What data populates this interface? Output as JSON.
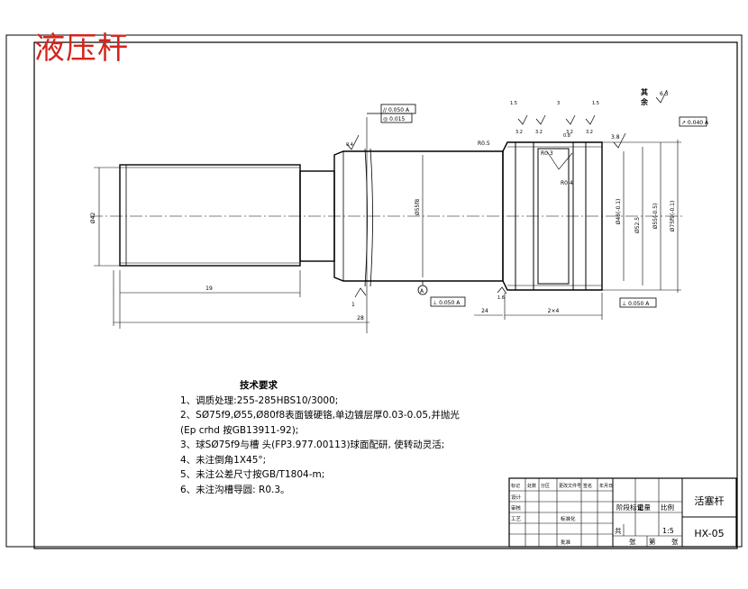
{
  "drawing_title": "液压杆",
  "dimensions": {
    "left_length": "19",
    "total_length": "28",
    "left_diameter": "Ø42",
    "middle_diameter": "Ø55f8",
    "middle_offset": "1",
    "right_length": "2×4",
    "right_width": "24",
    "d1": "Ø48(-0.1)",
    "d2": "Ø52.5",
    "d3": "Ø55(-0.5)",
    "d4": "Ø75f9(-0.1)",
    "r_small": "R0.5",
    "r_groove": "R0.3",
    "r_large": "R0.4",
    "chamfer_a": "3.8",
    "step_a": "1.5",
    "step_b": "1.5",
    "step_c": "3"
  },
  "tolerances": {
    "parallel": "// 0.050 A",
    "flatness": "◎ 0.015",
    "runout_top": "↗ 0.040 A",
    "perp_left": "⊥ 0.050 A",
    "perp_right": "⊥ 0.050 A",
    "datum": "A",
    "roughness_main": "0.4",
    "roughness_a": "3.2",
    "roughness_b": "3.2",
    "roughness_c": "3.2",
    "roughness_d": "3.2",
    "roughness_e": "0.8",
    "roughness_f": "1.6"
  },
  "surface_note": {
    "label1": "其",
    "label2": "余",
    "value": "6.3"
  },
  "requirements": {
    "heading": "技术要求",
    "items": [
      "1、调质处理:255-285HBS10/3000;",
      "2、SØ75f9,Ø55,Ø80f8表面镀硬铬,单边镀层厚0.03-0.05,并抛光",
      "  (Ep crhd 按GB13911-92);",
      "3、球SØ75f9与槽  头(FP3.977.00113)球面配研, 使转动灵活;",
      "4、未注倒角1X45°;",
      "5、未注公差尺寸按GB/T1804-m;",
      "6、未注沟槽导圆: R0.3。"
    ]
  },
  "title_block": {
    "part_name": "活塞杆",
    "drawing_no": "HX-05",
    "stage_mark": "阶段标记",
    "weight": "重量",
    "scale": "比例",
    "scale_value": "1:5",
    "sheet_total": "共",
    "sheet_label": "张",
    "sheet_of": "第",
    "sheet_label2": "张",
    "headers": [
      "标记",
      "处数",
      "分区",
      "更改文件号",
      "签名",
      "年月日"
    ],
    "rows": [
      "设计",
      "审核",
      "工艺",
      "",
      "标准化",
      "批准"
    ]
  }
}
